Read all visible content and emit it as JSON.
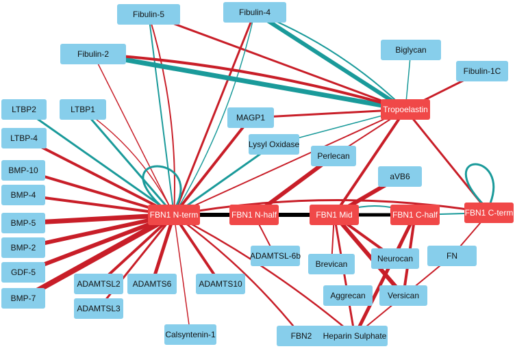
{
  "colors": {
    "background": "#ffffff",
    "protein_node": "#87ceeb",
    "hub_node": "#f04848",
    "edge_red": "#c81e28",
    "edge_teal": "#1a9a9a",
    "edge_black": "#000000"
  },
  "nodes": {
    "fibulin5": "Fibulin-5",
    "fibulin4": "Fibulin-4",
    "fibulin2": "Fibulin-2",
    "biglycan": "Biglycan",
    "fibulin1c": "Fibulin-1C",
    "ltbp2": "LTBP2",
    "ltbp1": "LTBP1",
    "magp1": "MAGP1",
    "tropo": "Tropoelastin",
    "ltbp4": "LTBP-4",
    "lox": "Lysyl Oxidase",
    "perlecan": "Perlecan",
    "bmp10": "BMP-10",
    "avb6": "aVB6",
    "bmp4": "BMP-4",
    "nterm": "FBN1 N-term",
    "nhalf": "FBN1 N-half",
    "mid": "FBN1 Mid",
    "chalf": "FBN1 C-half",
    "cterm": "FBN1 C-term",
    "bmp5": "BMP-5",
    "adamtsl6b": "ADAMTSL-6b",
    "bmp2": "BMP-2",
    "brevican": "Brevican",
    "neurocan": "Neurocan",
    "fn": "FN",
    "gdf5": "GDF-5",
    "adamtsl2": "ADAMTSL2",
    "adamts6": "ADAMTS6",
    "adamts10": "ADAMTS10",
    "aggrecan": "Aggrecan",
    "versican": "Versican",
    "bmp7": "BMP-7",
    "adamtsl3": "ADAMTSL3",
    "calsyntenin": "Calsyntenin-1",
    "fbn2": "FBN2",
    "heparin": "Heparin Sulphate"
  },
  "edges": [
    {
      "from": "fibulin5",
      "to": "tropo",
      "color": "red",
      "weight": 3
    },
    {
      "from": "fibulin5",
      "to": "nterm",
      "color": "teal",
      "weight": 2
    },
    {
      "from": "fibulin5",
      "to": "nterm",
      "color": "red",
      "weight": 2
    },
    {
      "from": "fibulin4",
      "to": "tropo",
      "color": "teal",
      "weight": 6
    },
    {
      "from": "fibulin4",
      "to": "tropo",
      "color": "teal",
      "weight": 2
    },
    {
      "from": "fibulin4",
      "to": "nterm",
      "color": "red",
      "weight": 3
    },
    {
      "from": "fibulin4",
      "to": "nterm",
      "color": "teal",
      "weight": 1.5
    },
    {
      "from": "fibulin2",
      "to": "tropo",
      "color": "teal",
      "weight": 7
    },
    {
      "from": "fibulin2",
      "to": "tropo",
      "color": "red",
      "weight": 4
    },
    {
      "from": "fibulin2",
      "to": "nterm",
      "color": "red",
      "weight": 1.5
    },
    {
      "from": "biglycan",
      "to": "tropo",
      "color": "teal",
      "weight": 1.5
    },
    {
      "from": "fibulin1c",
      "to": "tropo",
      "color": "red",
      "weight": 3
    },
    {
      "from": "ltbp2",
      "to": "nterm",
      "color": "teal",
      "weight": 3
    },
    {
      "from": "ltbp1",
      "to": "nterm",
      "color": "teal",
      "weight": 3
    },
    {
      "from": "ltbp1",
      "to": "nterm",
      "color": "red",
      "weight": 1.5
    },
    {
      "from": "magp1",
      "to": "tropo",
      "color": "red",
      "weight": 3
    },
    {
      "from": "magp1",
      "to": "nterm",
      "color": "red",
      "weight": 4
    },
    {
      "from": "lox",
      "to": "tropo",
      "color": "teal",
      "weight": 1.5
    },
    {
      "from": "lox",
      "to": "nterm",
      "color": "teal",
      "weight": 3
    },
    {
      "from": "tropo",
      "to": "nterm",
      "color": "red",
      "weight": 2
    },
    {
      "from": "tropo",
      "to": "mid",
      "color": "red",
      "weight": 4
    },
    {
      "from": "tropo",
      "to": "cterm",
      "color": "red",
      "weight": 3
    },
    {
      "from": "ltbp4",
      "to": "nterm",
      "color": "red",
      "weight": 4
    },
    {
      "from": "perlecan",
      "to": "nhalf",
      "color": "red",
      "weight": 6
    },
    {
      "from": "perlecan",
      "to": "tropo",
      "color": "red",
      "weight": 2
    },
    {
      "from": "bmp10",
      "to": "nterm",
      "color": "red",
      "weight": 4
    },
    {
      "from": "avb6",
      "to": "mid",
      "color": "red",
      "weight": 6
    },
    {
      "from": "bmp4",
      "to": "nterm",
      "color": "red",
      "weight": 4
    },
    {
      "from": "nterm",
      "to": "nterm",
      "color": "teal",
      "weight": 3,
      "loop": true
    },
    {
      "from": "cterm",
      "to": "cterm",
      "color": "teal",
      "weight": 3,
      "loop": true
    },
    {
      "from": "nterm",
      "to": "nhalf",
      "color": "black",
      "weight": 6
    },
    {
      "from": "nhalf",
      "to": "mid",
      "color": "black",
      "weight": 6
    },
    {
      "from": "mid",
      "to": "chalf",
      "color": "black",
      "weight": 5
    },
    {
      "from": "mid",
      "to": "chalf",
      "color": "teal",
      "weight": 2
    },
    {
      "from": "chalf",
      "to": "cterm",
      "color": "teal",
      "weight": 2
    },
    {
      "from": "nterm",
      "to": "cterm",
      "color": "red",
      "weight": 3
    },
    {
      "from": "bmp5",
      "to": "nterm",
      "color": "red",
      "weight": 7
    },
    {
      "from": "bmp2",
      "to": "nterm",
      "color": "red",
      "weight": 6
    },
    {
      "from": "gdf5",
      "to": "nterm",
      "color": "red",
      "weight": 6
    },
    {
      "from": "bmp7",
      "to": "nterm",
      "color": "red",
      "weight": 8
    },
    {
      "from": "adamtsl2",
      "to": "nterm",
      "color": "red",
      "weight": 4
    },
    {
      "from": "adamts6",
      "to": "nterm",
      "color": "red",
      "weight": 5
    },
    {
      "from": "adamts10",
      "to": "nterm",
      "color": "red",
      "weight": 4
    },
    {
      "from": "adamtsl3",
      "to": "nterm",
      "color": "red",
      "weight": 3
    },
    {
      "from": "calsyntenin",
      "to": "nterm",
      "color": "red",
      "weight": 1.5
    },
    {
      "from": "fbn2",
      "to": "nterm",
      "color": "red",
      "weight": 2.5
    },
    {
      "from": "heparin",
      "to": "nterm",
      "color": "red",
      "weight": 2.5
    },
    {
      "from": "adamtsl6b",
      "to": "nhalf",
      "color": "red",
      "weight": 2
    },
    {
      "from": "brevican",
      "to": "mid",
      "color": "red",
      "weight": 2
    },
    {
      "from": "aggrecan",
      "to": "mid",
      "color": "red",
      "weight": 2
    },
    {
      "from": "neurocan",
      "to": "mid",
      "color": "red",
      "weight": 4
    },
    {
      "from": "versican",
      "to": "mid",
      "color": "red",
      "weight": 6
    },
    {
      "from": "heparin",
      "to": "mid",
      "color": "red",
      "weight": 3
    },
    {
      "from": "versican",
      "to": "chalf",
      "color": "red",
      "weight": 4
    },
    {
      "from": "heparin",
      "to": "chalf",
      "color": "red",
      "weight": 5
    },
    {
      "from": "neurocan",
      "to": "chalf",
      "color": "red",
      "weight": 2
    },
    {
      "from": "fn",
      "to": "cterm",
      "color": "red",
      "weight": 2
    },
    {
      "from": "heparin",
      "to": "fn",
      "color": "red",
      "weight": 2
    }
  ]
}
